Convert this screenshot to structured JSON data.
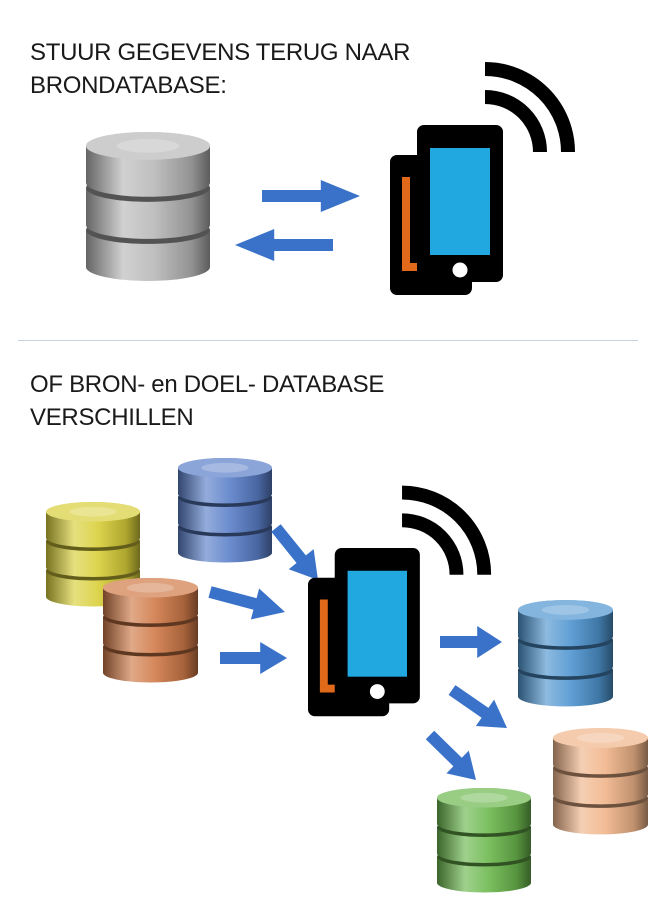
{
  "section_top": {
    "heading_line1": "STUUR GEGEVENS TERUG NAAR",
    "heading_line2": "BRONDATABASE:"
  },
  "section_bottom": {
    "heading_line1": "OF BRON- en DOEL- DATABASE",
    "heading_line2": "VERSCHILLEN"
  },
  "colors": {
    "arrow": "#3a72c9",
    "phone_body": "#000000",
    "phone_screen": "#22a8e0",
    "phone_accent": "#e06a1a",
    "db_silver": "#b8b8b8",
    "db_yellow": "#d9cf3a",
    "db_blue": "#5b7fc9",
    "db_orange": "#d07a48",
    "db_light_blue": "#4f95d0",
    "db_peach": "#f0b58a",
    "db_green": "#6cb84e"
  }
}
